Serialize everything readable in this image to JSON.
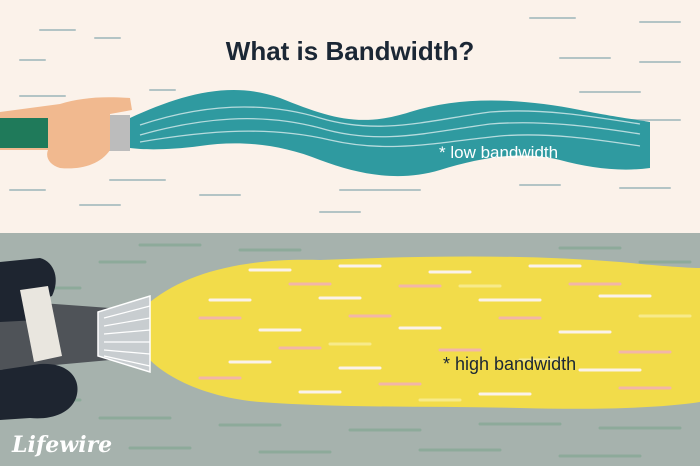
{
  "title": "What is Bandwidth?",
  "labels": {
    "low": "* low bandwidth",
    "high": "* high bandwidth"
  },
  "logo": "Lifewire",
  "colors": {
    "top_background": "#fbf2ea",
    "bottom_background": "#a6b2ad",
    "low_stream": "#2f9aa0",
    "high_stream": "#f2dc4a",
    "title_text": "#1b2735",
    "hose_green": "#1f7a5a"
  }
}
